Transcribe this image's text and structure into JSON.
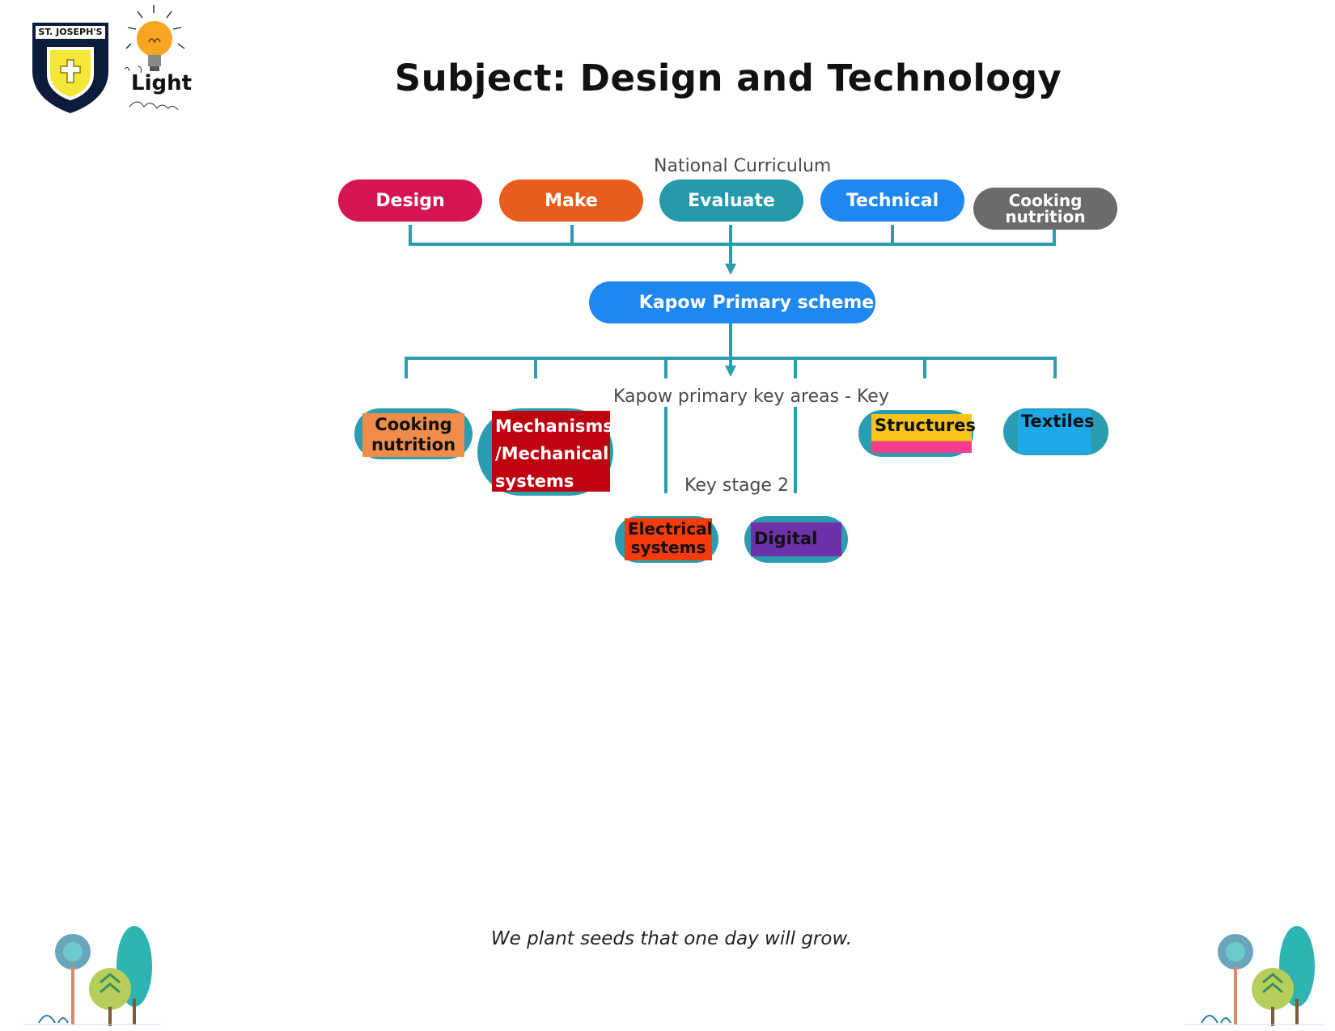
{
  "header": {
    "crest_text": "ST. JOSEPH'S",
    "light_text": "Light",
    "title": "Subject: Design and Technology"
  },
  "diagram": {
    "top_label": "National Curriculum",
    "top_nodes": [
      {
        "label": "Design",
        "color": "#d5154f"
      },
      {
        "label": "Make",
        "color": "#e85c1c"
      },
      {
        "label": "Evaluate",
        "color": "#2499a9"
      },
      {
        "label": "Technical",
        "color": "#1e87f0"
      },
      {
        "label": "Cooking nutrition",
        "color": "#6b6b6b"
      }
    ],
    "center_node": {
      "label": "Kapow Primary scheme",
      "color": "#1e87f0"
    },
    "key_areas_label": "Kapow primary key areas - Key",
    "key_stage_label": "Key stage 2",
    "line_color": "#2a9db0",
    "leaves": [
      {
        "label": "Cooking nutrition",
        "fill": "#f08c4a"
      },
      {
        "label": "Mechanisms /Mechanical systems",
        "fill": "#c0040f"
      },
      {
        "label": "Structures",
        "fill": "#f7c31a"
      },
      {
        "label": "Textiles",
        "fill": "#1da8e8"
      },
      {
        "label": "Electrical systems",
        "fill": "#f43b0c"
      },
      {
        "label": "Digital",
        "fill": "#6e32a8"
      }
    ]
  },
  "footer": {
    "tagline": "We plant seeds that one day will grow."
  }
}
